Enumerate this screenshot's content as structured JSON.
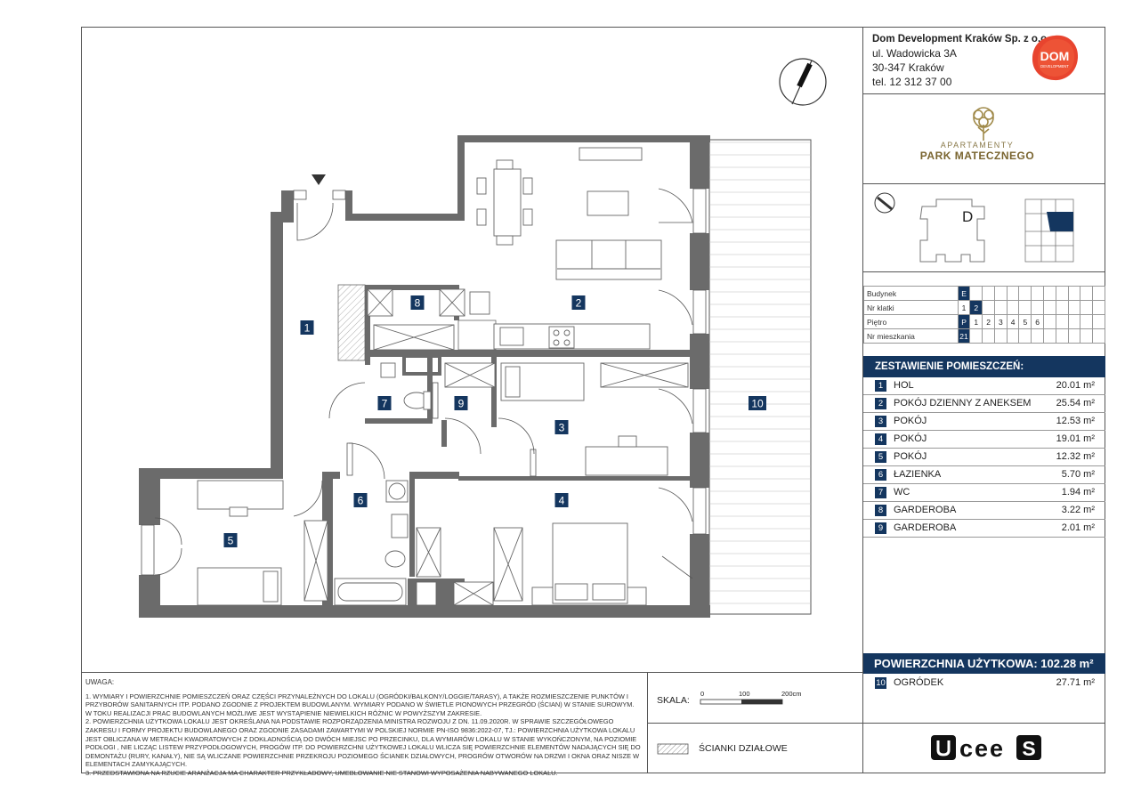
{
  "company": {
    "name": "Dom Development Kraków Sp. z o.o.",
    "street": "ul. Wadowicka 3A",
    "city": "30-347 Kraków",
    "phone": "tel. 12 312 37 00",
    "logo_text1": "DOM",
    "logo_text2": "DEVELOPMENT"
  },
  "project": {
    "line1": "APARTAMENTY",
    "line2": "PARK MATECZNEGO"
  },
  "key_plan": {
    "building_letter": "D"
  },
  "building_grid": {
    "rows": [
      {
        "label": "Budynek",
        "cells": [
          "E",
          "",
          "",
          "",
          "",
          "",
          "",
          "",
          "",
          "",
          "",
          ""
        ],
        "selected": 0
      },
      {
        "label": "Nr klatki",
        "cells": [
          "1",
          "2",
          "",
          "",
          "",
          "",
          "",
          "",
          "",
          "",
          "",
          ""
        ],
        "selected": 1
      },
      {
        "label": "Piętro",
        "cells": [
          "P",
          "1",
          "2",
          "3",
          "4",
          "5",
          "6",
          "",
          "",
          "",
          "",
          ""
        ],
        "selected": 0
      },
      {
        "label": "Nr mieszkania",
        "cells": [
          "21",
          "",
          "",
          "",
          "",
          "",
          "",
          "",
          "",
          "",
          "",
          ""
        ],
        "selected": 0
      }
    ]
  },
  "rooms_header": "ZESTAWIENIE POMIESZCZEŃ:",
  "rooms": [
    {
      "num": "1",
      "name": "HOL",
      "area": "20.01 m²"
    },
    {
      "num": "2",
      "name": "POKÓJ DZIENNY Z ANEKSEM",
      "area": "25.54 m²"
    },
    {
      "num": "3",
      "name": "POKÓJ",
      "area": "12.53 m²"
    },
    {
      "num": "4",
      "name": "POKÓJ",
      "area": "19.01 m²"
    },
    {
      "num": "5",
      "name": "POKÓJ",
      "area": "12.32 m²"
    },
    {
      "num": "6",
      "name": "ŁAZIENKA",
      "area": "5.70 m²"
    },
    {
      "num": "7",
      "name": "WC",
      "area": "1.94 m²"
    },
    {
      "num": "8",
      "name": "GARDEROBA",
      "area": "3.22 m²"
    },
    {
      "num": "9",
      "name": "GARDEROBA",
      "area": "2.01 m²"
    }
  ],
  "total_area": "POWIERZCHNIA UŻYTKOWA: 102.28 m²",
  "garden": {
    "num": "10",
    "name": "OGRÓDEK",
    "area": "27.71 m²"
  },
  "plan_labels": [
    "1",
    "2",
    "3",
    "4",
    "5",
    "6",
    "7",
    "8",
    "9",
    "10"
  ],
  "notes": {
    "title": "UWAGA:",
    "items": [
      "1. WYMIARY I POWIERZCHNIE POMIESZCZEŃ ORAZ CZĘŚCI PRZYNALEŻNYCH DO LOKALU (OGRÓDKI/BALKONY/LOGGIE/TARASY), A TAKŻE ROZMIESZCZENIE PUNKTÓW I PRZYBORÓW SANITARNYCH ITP. PODANO ZGODNIE Z PROJEKTEM BUDOWLANYM. WYMIARY PODANO W ŚWIETLE PIONOWYCH PRZEGRÓD (ŚCIAN) W STANIE SUROWYM. W TOKU REALIZACJI PRAC BUDOWLANYCH MOŻLIWE JEST WYSTĄPIENIE NIEWIELKICH RÓŻNIC W POWYŻSZYM ZAKRESIE.",
      "2. POWIERZCHNIA UŻYTKOWA LOKALU JEST OKREŚLANA NA PODSTAWIE ROZPORZĄDZENIA MINISTRA ROZWOJU Z DN. 11.09.2020R. W SPRAWIE SZCZEGÓŁOWEGO ZAKRESU I FORMY PROJEKTU BUDOWLANEGO ORAZ ZGODNIE ZASADAMI ZAWARTYMI W POLSKIEJ NORMIE PN-ISO 9836:2022-07, TJ.: POWIERZCHNIA UŻYTKOWA LOKALU JEST OBLICZANA W METRACH KWADRATOWYCH Z DOKŁADNOŚCIĄ DO DWÓCH MIEJSC PO PRZECINKU, DLA WYMIARÓW LOKALU W STANIE WYKOŃCZONYM, NA POZIOMIE PODŁOGI , NIE LICZĄC LISTEW PRZYPODŁOGOWYCH, PROGÓW ITP. DO POWIERZCHNI UŻYTKOWEJ LOKALU WLICZA SIĘ POWIERZCHNIE ELEMENTÓW NADAJĄCYCH SIĘ DO DEMONTAŻU (RURY, KANAŁY), NIE SĄ WLICZANE POWIERZCHNIE PRZEKROJU POZIOMEGO ŚCIANEK DZIAŁOWYCH, PROGRÓW OTWORÓW NA DRZWI I OKNA ORAZ NISZE W ELEMENTACH ZAMYKAJĄCYCH.",
      "3. PRZEDSTAWIONA NA RZUCIE ARANŻACJA MA CHARAKTER PRZYKŁADOWY, UMEBLOWANIE NIE STANOWI WYPOSAŻENIA NABYWANEGO LOKALU."
    ]
  },
  "scale": {
    "label": "SKALA:",
    "t0": "0",
    "t1": "100",
    "t2": "200cm"
  },
  "legend": {
    "label": "ŚCIANKI DZIAŁOWE"
  },
  "brand": "uceeS",
  "colors": {
    "navy": "#14365f",
    "wall": "#6b6b6b",
    "orange": "#e8442e"
  }
}
